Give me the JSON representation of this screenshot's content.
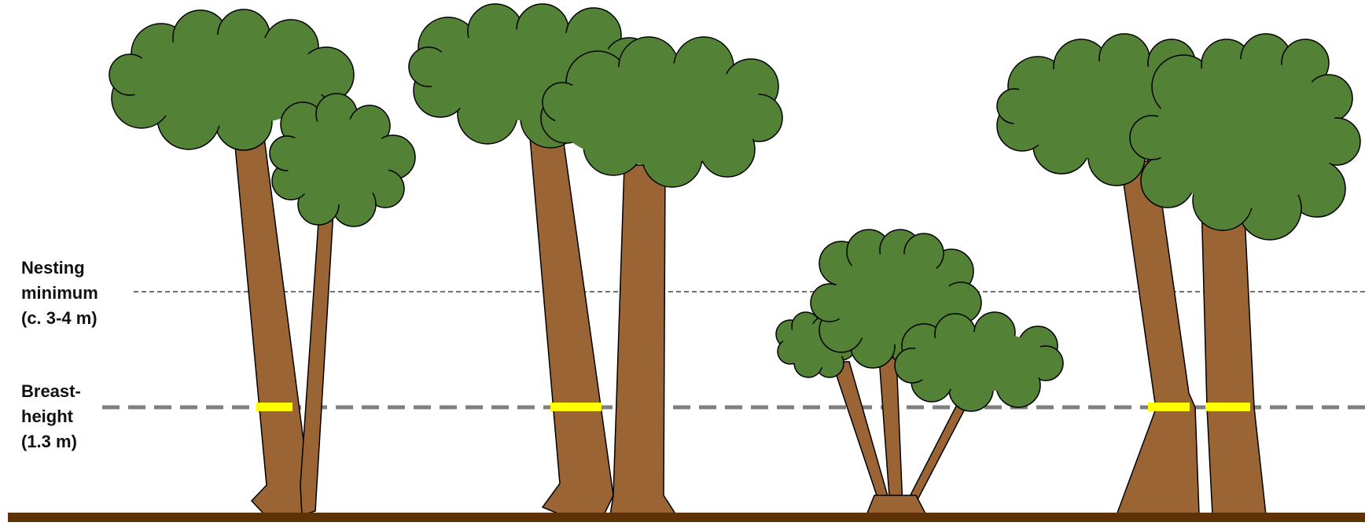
{
  "labels": {
    "nesting": [
      "Nesting",
      "minimum",
      "(c. 3-4 m)"
    ],
    "breast": [
      "Breast-",
      "height",
      "(1.3 m)"
    ]
  },
  "colors": {
    "trunk": "#9a6434",
    "canopy": "#538135",
    "ground": "#5e3206",
    "marker": "#ffff00",
    "outline": "#000000",
    "nesting_line": "#444444",
    "breast_line": "#7f7f7f"
  }
}
